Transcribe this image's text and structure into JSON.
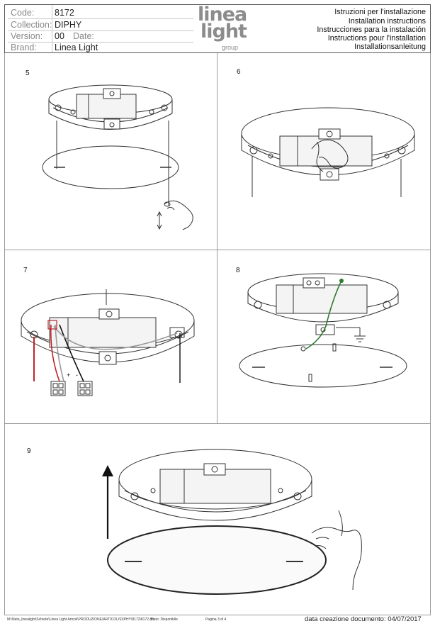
{
  "header": {
    "fields": [
      {
        "label": "Code:",
        "value": "8172"
      },
      {
        "label": "Collection:",
        "value": "DIPHY"
      },
      {
        "label": "Version:",
        "value": "00"
      },
      {
        "label": "Brand:",
        "value": "Linea Light"
      }
    ],
    "date_label": "Date:",
    "logo": {
      "line1": "linea",
      "line2": "light",
      "line3": "group"
    },
    "instructions": [
      "Istruzioni per l'installazione",
      "Installation instructions",
      "Instrucciones para la instalación",
      "Instructions pour l'installation",
      "Installationsanleitung"
    ]
  },
  "steps": [
    {
      "number": "5"
    },
    {
      "number": "6"
    },
    {
      "number": "7"
    },
    {
      "number": "8"
    },
    {
      "number": "9"
    }
  ],
  "terminals": {
    "plus": "+",
    "minus": "-"
  },
  "footer": {
    "path": "M:\\Nato_linealight\\Schede\\Linea Light Artcoli\\PRODUZIONE\\ARTICOLI\\DIPHY\\8172\\8172.dft",
    "status": "Stato: Disponibile",
    "page": "Pagina 3 di 4",
    "date": "data creazione documento: 04/07/2017"
  }
}
